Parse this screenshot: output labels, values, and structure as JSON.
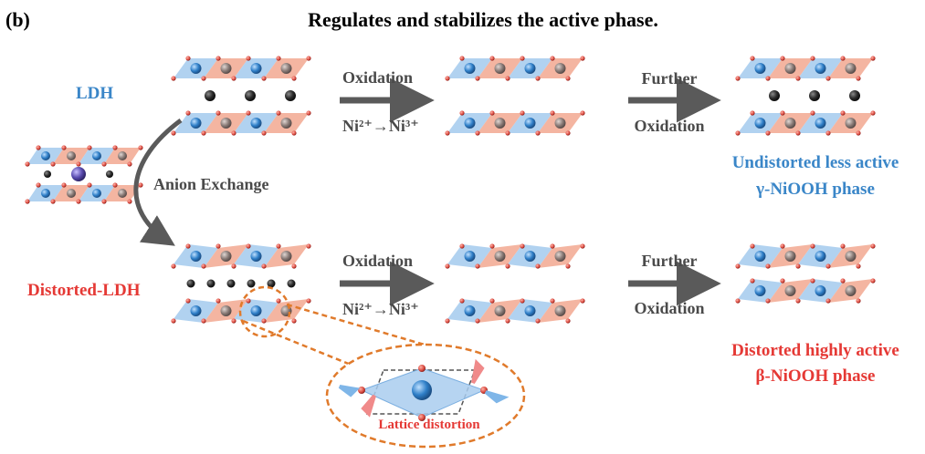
{
  "panel_label": "(b)",
  "title": "Regulates and stabilizes the active phase.",
  "labels": {
    "ldh": "LDH",
    "distorted_ldh": "Distorted-LDH",
    "anion_exchange": "Anion Exchange",
    "oxidation": "Oxidation",
    "ni_transition": "Ni²⁺→Ni³⁺",
    "further": "Further",
    "lattice_distortion": "Lattice distortion"
  },
  "outcomes": {
    "top_line1": "Undistorted less active",
    "top_line2": "γ-NiOOH phase",
    "bottom_line1": "Distorted highly active",
    "bottom_line2": "β-NiOOH phase"
  },
  "colors": {
    "blue_text": "#3a86c8",
    "red_text": "#e53935",
    "arrow": "#5a5a5a",
    "pink_slab": "#f3ad97",
    "blue_slab": "#a9cdee",
    "blue_atom": "#2f7fc8",
    "gray_atom": "#8a7c78",
    "interlayer_atom": "#2b2b2b",
    "oxygen": "#d9483e",
    "purple_anion": "#5a4cb0",
    "zoom_outline": "#e07a2b"
  }
}
